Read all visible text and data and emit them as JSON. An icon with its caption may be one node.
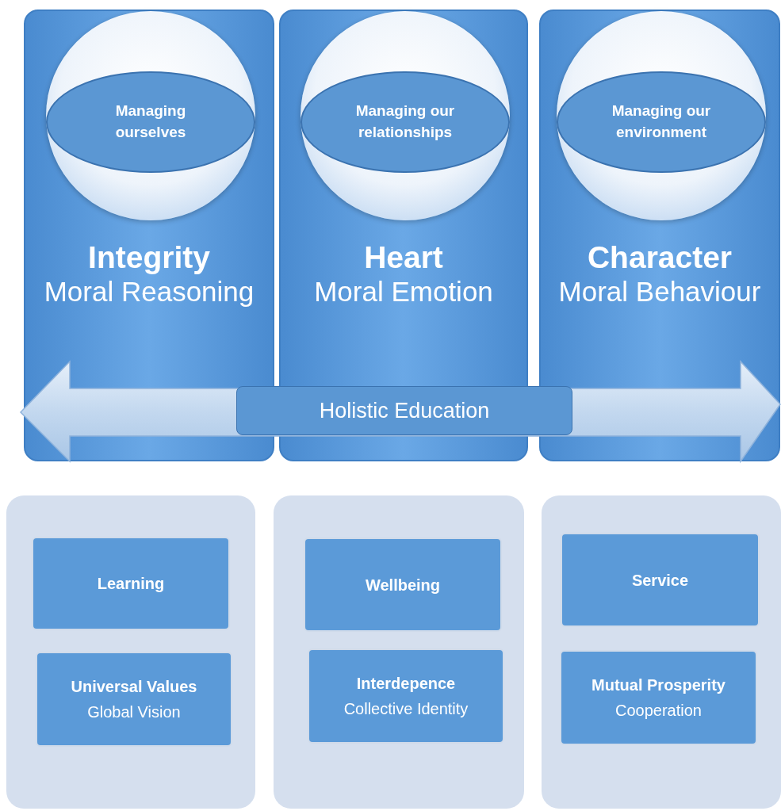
{
  "diagram": {
    "nodes": [
      {
        "text": [
          "Integrity",
          "Moral Reasoning"
        ]
      },
      {
        "text": [
          "Managing ourselves"
        ],
        "in": 0
      },
      {
        "text": [
          "Heart",
          "Moral Emotion"
        ]
      },
      {
        "text": [
          "Managing our relationships"
        ],
        "in": 2
      },
      {
        "text": [
          "Character",
          "Moral Behaviour"
        ]
      },
      {
        "text": [
          "Managing our environment"
        ],
        "in": 4
      },
      {
        "text": [
          "Holistic Education"
        ]
      },
      {
        "text": [],
        "shape": "box"
      },
      {
        "text": [
          "Learning"
        ],
        "in": 7
      },
      {
        "text": [
          "Universal Values",
          "Global Vision"
        ],
        "in": 7
      },
      {
        "text": [],
        "shape": "box"
      },
      {
        "text": [
          "Wellbeing"
        ],
        "in": 10
      },
      {
        "text": [
          "Interdepence",
          "Collective Identity"
        ],
        "in": 10
      },
      {
        "text": [],
        "shape": "box"
      },
      {
        "text": [
          "Service"
        ],
        "in": 13
      },
      {
        "text": [
          "Mutual Prosperity",
          "Cooperation"
        ],
        "in": 13
      }
    ]
  }
}
